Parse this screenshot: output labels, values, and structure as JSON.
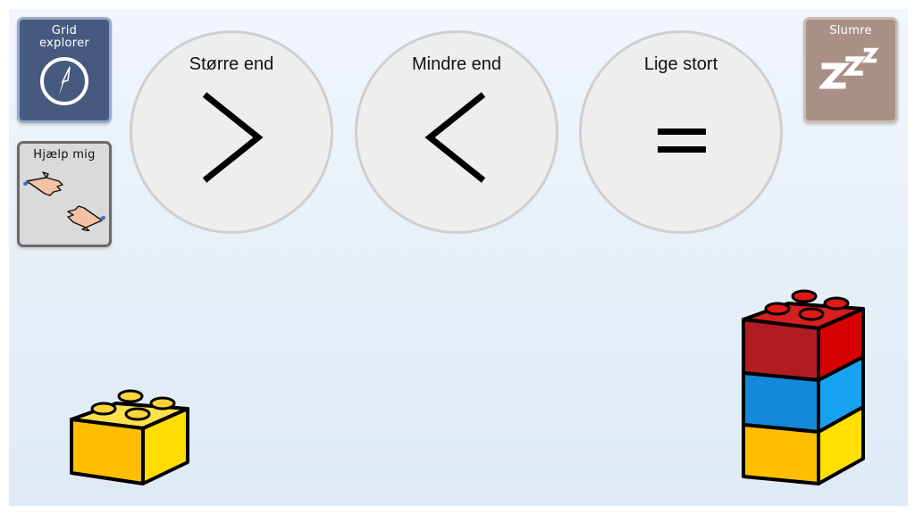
{
  "buttons": {
    "grid_explorer": {
      "label_line1": "Grid",
      "label_line2": "explorer",
      "icon": "compass-icon",
      "color": "#465a80"
    },
    "help": {
      "label": "Hjælp mig",
      "icon": "helping-hands-icon",
      "color": "#d9d9d9"
    },
    "snooze": {
      "label": "Slumre",
      "icon": "zzz-icon",
      "color": "#a99087"
    }
  },
  "comparisons": [
    {
      "label": "Større end",
      "symbol": "greater-than-icon"
    },
    {
      "label": "Mindre end",
      "symbol": "less-than-icon"
    },
    {
      "label": "Lige stort",
      "symbol": "equals-icon"
    }
  ],
  "bricks": {
    "left": {
      "count": 1,
      "colors": [
        "yellow"
      ]
    },
    "right": {
      "count": 3,
      "colors": [
        "red",
        "blue",
        "yellow"
      ]
    }
  }
}
